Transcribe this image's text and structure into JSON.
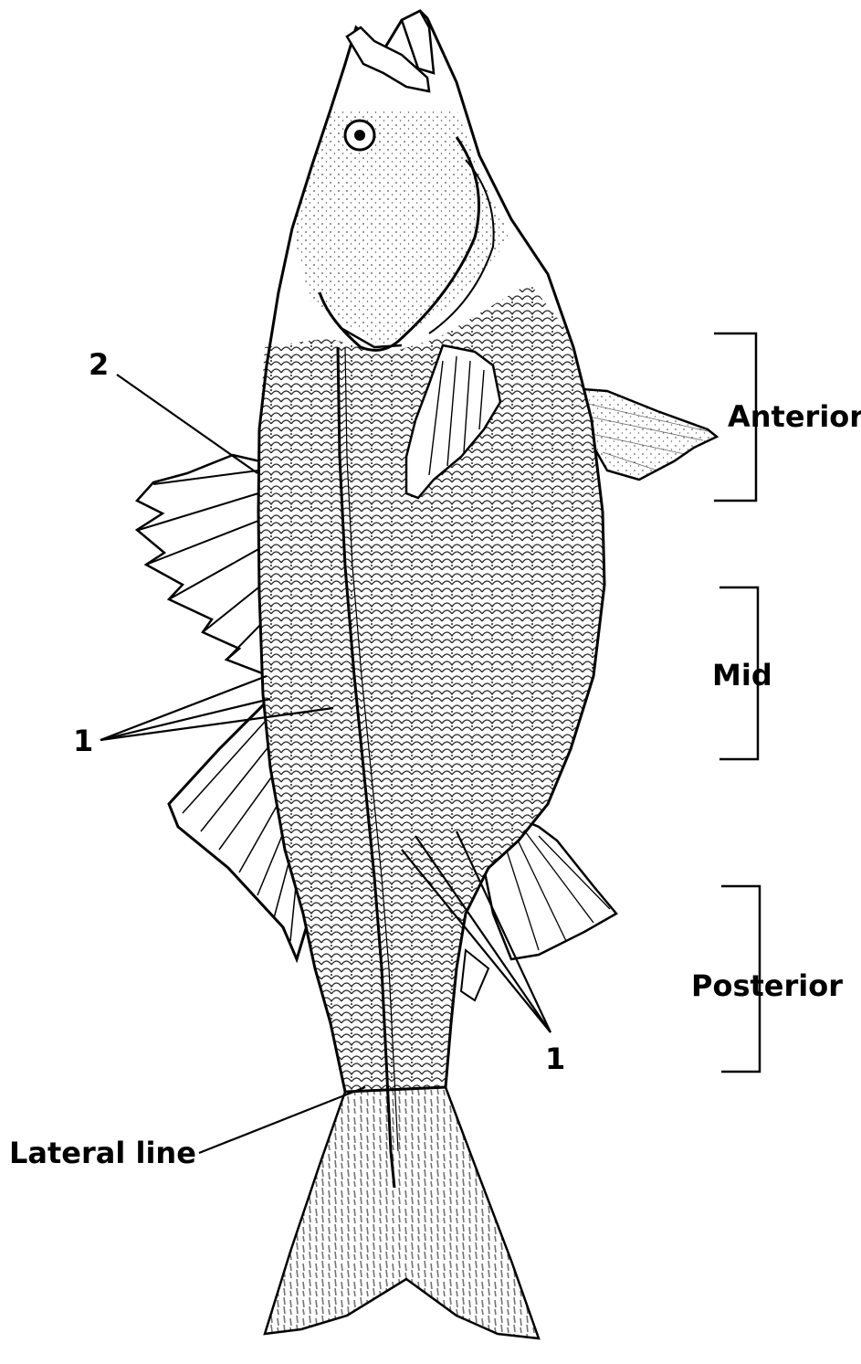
{
  "labels": {
    "anterior": "Anterior",
    "mid": "Mid",
    "posterior": "Posterior",
    "lateral_line": "Lateral line",
    "dorsal_label": "2",
    "left_label": "1",
    "right_label": "1"
  },
  "colors": {
    "ink": "#000000",
    "background": "#ffffff"
  }
}
